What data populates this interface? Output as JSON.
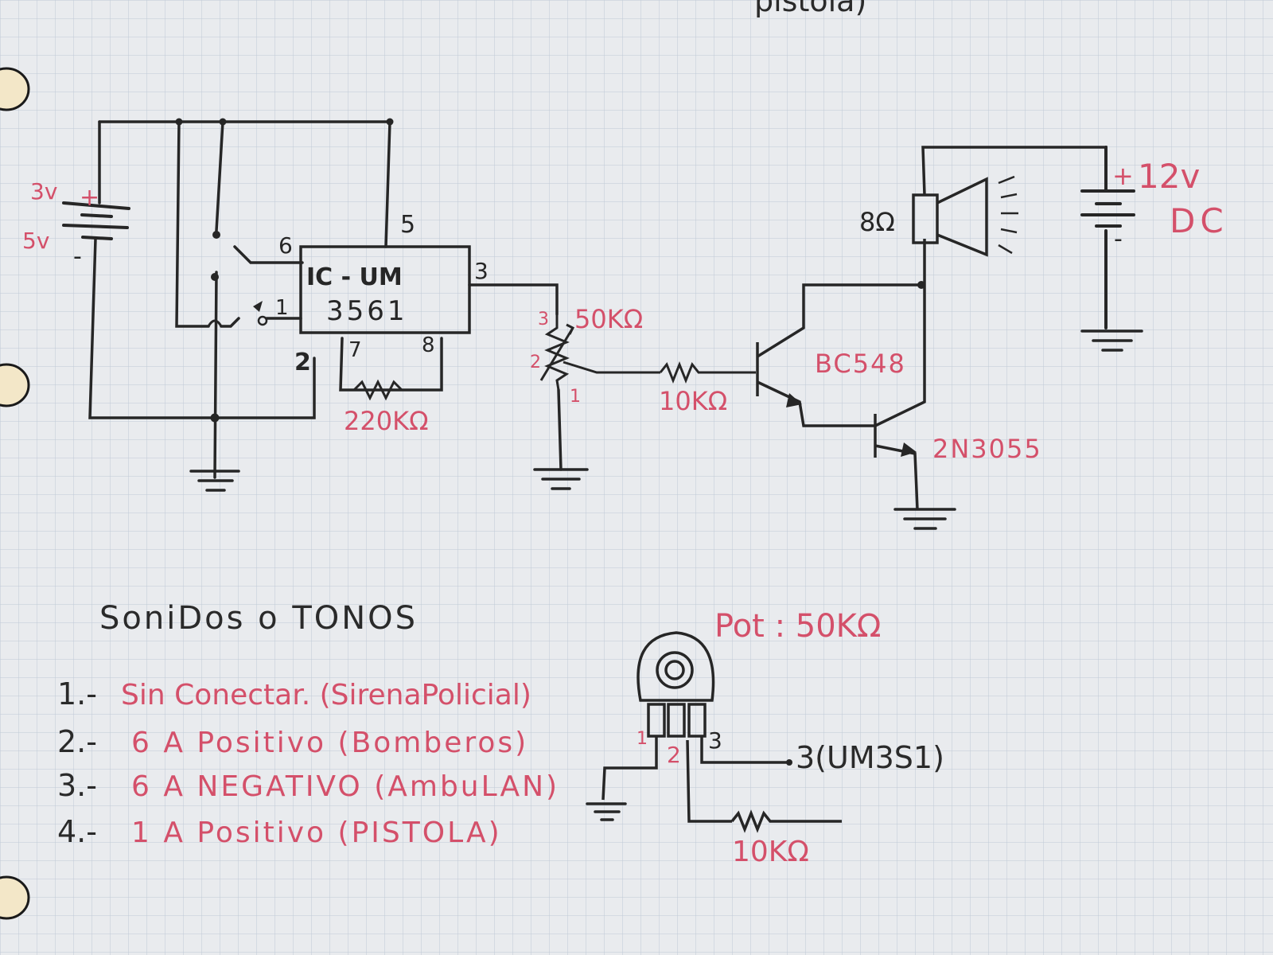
{
  "header": {
    "cropped_title": "pistola)"
  },
  "colors": {
    "paper": "#e9ebee",
    "grid": "#bfcad6",
    "ink": "#2a2a2a",
    "red_ink": "#d4506a",
    "hole": "#f3e7c8"
  },
  "icons": [
    "battery-icon",
    "switch-icon",
    "ic-chip-icon",
    "resistor-icon",
    "potentiometer-icon",
    "transistor-icon",
    "speaker-icon",
    "ground-icon"
  ],
  "circuit": {
    "battery": {
      "v1": "3v",
      "plus": "+",
      "v2": "5v",
      "minus": "-"
    },
    "ic": {
      "line1": "IC - UM",
      "line2": "3561",
      "pins": {
        "p1": "1",
        "p2": "2",
        "p3": "3",
        "p5": "5",
        "p6": "6",
        "p7": "7",
        "p8": "8"
      }
    },
    "resistor_ic": "220KΩ",
    "pot": {
      "value": "50KΩ",
      "p1": "1",
      "p2": "2",
      "p3": "3"
    },
    "resistor_base": "10KΩ",
    "transistor1": "BC548",
    "transistor2": "2N3055",
    "speaker": "8Ω",
    "supply": {
      "plus": "+",
      "voltage": "12v",
      "type": "DC",
      "minus": "-"
    }
  },
  "tones": {
    "title": "SoniDos o TONOS",
    "items": [
      {
        "num": "1.-",
        "text": "Sin Conectar. (SirenaPolicial)"
      },
      {
        "num": "2.-",
        "text": "6 A Positivo (Bomberos)"
      },
      {
        "num": "3.-",
        "text": "6 A NEGATIVO (AmbuLAN)"
      },
      {
        "num": "4.-",
        "text": "1 A Positivo (PISTOLA)"
      }
    ]
  },
  "pot_detail": {
    "title": "Pot : 50KΩ",
    "pin1": "1",
    "pin2": "2",
    "pin3": "3",
    "pin3_note": "3(UM3S1)",
    "resistor": "10KΩ"
  }
}
